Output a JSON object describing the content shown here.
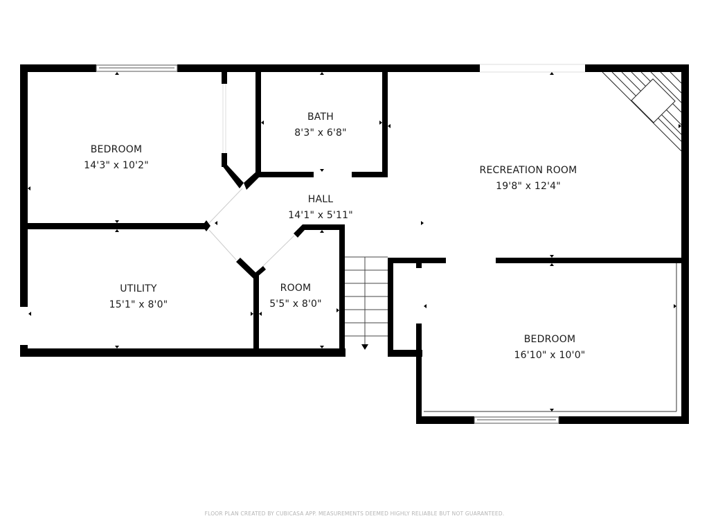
{
  "floor_plan": {
    "rooms": [
      {
        "id": "bedroom-1",
        "name": "BEDROOM",
        "dimensions": "14'3\" x 10'2\""
      },
      {
        "id": "bath",
        "name": "BATH",
        "dimensions": "8'3\" x 6'8\""
      },
      {
        "id": "recreation-room",
        "name": "RECREATION ROOM",
        "dimensions": "19'8\" x 12'4\""
      },
      {
        "id": "hall",
        "name": "HALL",
        "dimensions": "14'1\" x 5'11\""
      },
      {
        "id": "utility",
        "name": "UTILITY",
        "dimensions": "15'1\" x 8'0\""
      },
      {
        "id": "room",
        "name": "ROOM",
        "dimensions": "5'5\" x 8'0\""
      },
      {
        "id": "bedroom-2",
        "name": "BEDROOM",
        "dimensions": "16'10\" x 10'0\""
      }
    ],
    "features": [
      "stairs-down",
      "fireplace-corner",
      "window-bedroom-1",
      "window-bedroom-2",
      "window-recreation-room"
    ],
    "colors": {
      "wall": "#000000",
      "background": "#ffffff",
      "text": "#1a1a1a",
      "footer": "#b4b4b4"
    }
  },
  "footer": {
    "disclaimer": "FLOOR PLAN CREATED BY CUBICASA APP. MEASUREMENTS DEEMED HIGHLY RELIABLE BUT NOT GUARANTEED."
  }
}
